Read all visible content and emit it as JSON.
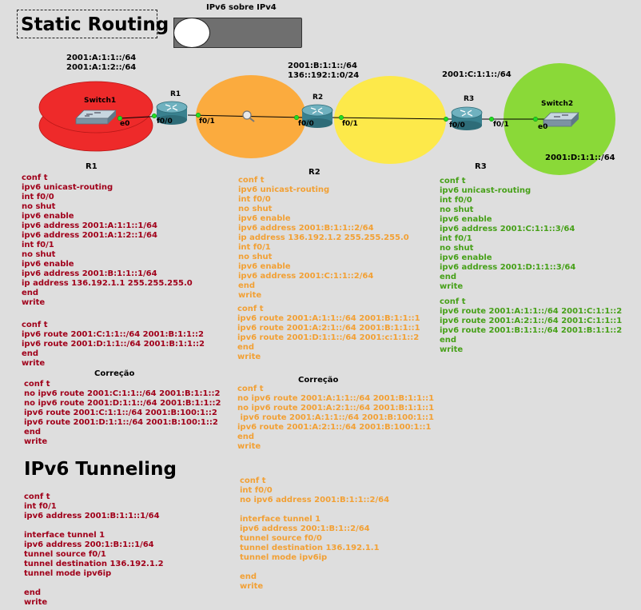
{
  "titles": {
    "static_routing": "Static Routing",
    "ipv6_tunneling": "IPv6 Tunneling",
    "toggle_label": "IPv6 sobre IPv4"
  },
  "colors": {
    "red_cloud": "#ee2a2a",
    "orange_cloud": "#fbab3e",
    "yellow_cloud": "#fde94a",
    "green_cloud": "#8ad938",
    "r1_text": "#a0001a",
    "r2_text": "#f2a034",
    "r3_text": "#46a018"
  },
  "diagram": {
    "net1_label": "2001:A:1:1::/64\n2001:A:1:2::/64",
    "net2_label": "2001:B:1:1::/64\n136::192:1:0/24",
    "net3_label": "2001:C:1:1::/64",
    "net4_label": "2001:D:1:1::/64",
    "switch1": "Switch1",
    "switch2": "Switch2",
    "r1": "R1",
    "r2": "R2",
    "r3": "R3",
    "sw1_e0": "e0",
    "sw2_e0": "e0",
    "r1_f00": "f0/0",
    "r1_f01": "f0/1",
    "r2_f00": "f0/0",
    "r2_f01": "f0/1",
    "r3_f00": "f0/0",
    "r3_f01": "f0/1"
  },
  "headings": {
    "r1": "R1",
    "r2": "R2",
    "r3": "R3",
    "correcao_1": "Correção",
    "correcao_2": "Correção"
  },
  "config": {
    "r1_main": "conf t\nipv6 unicast-routing\nint f0/0\nno shut\nipv6 enable\nipv6 address 2001:A:1:1::1/64\nipv6 address 2001:A:1:2::1/64\nint f0/1\nno shut\nipv6 enable\nipv6 address 2001:B:1:1::1/64\nip address 136.192.1.1 255.255.255.0\nend\nwrite",
    "r1_routes": "conf t\nipv6 route 2001:C:1:1::/64 2001:B:1:1::2\nipv6 route 2001:D:1:1::/64 2001:B:1:1::2\nend\nwrite",
    "r1_correcao": "conf t\nno ipv6 route 2001:C:1:1::/64 2001:B:1:1::2\nno ipv6 route 2001:D:1:1::/64 2001:B:1:1::2\nipv6 route 2001:C:1:1::/64 2001:B:100:1::2\nipv6 route 2001:D:1:1::/64 2001:B:100:1::2\nend\nwrite",
    "r2_main": "conf t\nipv6 unicast-routing\nint f0/0\nno shut\nipv6 enable\nipv6 address 2001:B:1:1::2/64\nip address 136.192.1.2 255.255.255.0\nint f0/1\nno shut\nipv6 enable\nipv6 address 2001:C:1:1::2/64\nend\nwrite",
    "r2_routes": "conf t\nipv6 route 2001:A:1:1::/64 2001:B:1:1::1\nipv6 route 2001:A:2:1::/64 2001:B:1:1::1\nipv6 route 2001:D:1:1::/64 2001:c:1:1::2\nend\nwrite",
    "r2_correcao": "conf t\nno ipv6 route 2001:A:1:1::/64 2001:B:1:1::1\nno ipv6 route 2001:A:2:1::/64 2001:B:1:1::1\n ipv6 route 2001:A:1:1::/64 2001:B:100:1::1\nipv6 route 2001:A:2:1::/64 2001:B:100:1::1\nend\nwrite",
    "r3_main": "conf t\nipv6 unicast-routing\nint f0/0\nno shut\nipv6 enable\nipv6 address 2001:C:1:1::3/64\nint f0/1\nno shut\nipv6 enable\nipv6 address 2001:D:1:1::3/64\nend\nwrite",
    "r3_routes": "conf t\nipv6 route 2001:A:1:1::/64 2001:C:1:1::2\nipv6 route 2001:A:2:1::/64 2001:C:1:1::1\nipv6 route 2001:B:1:1::/64 2001:B:1:1::2\nend\nwrite",
    "tunnel_r1": "conf t\nint f0/1\nipv6 address 2001:B:1:1::1/64\n\ninterface tunnel 1\nipv6 address 200:1:B:1::1/64\ntunnel source f0/1\ntunnel destination 136.192.1.2\ntunnel mode ipv6ip\n\nend\nwrite",
    "tunnel_r2": "conf t\nint f0/0\nno ipv6 address 2001:B:1:1::2/64\n\ninterface tunnel 1\nipv6 address 200:1:B:1::2/64\ntunnel source f0/0\ntunnel destination 136.192.1.1\ntunnel mode ipv6ip\n\nend\nwrite"
  }
}
